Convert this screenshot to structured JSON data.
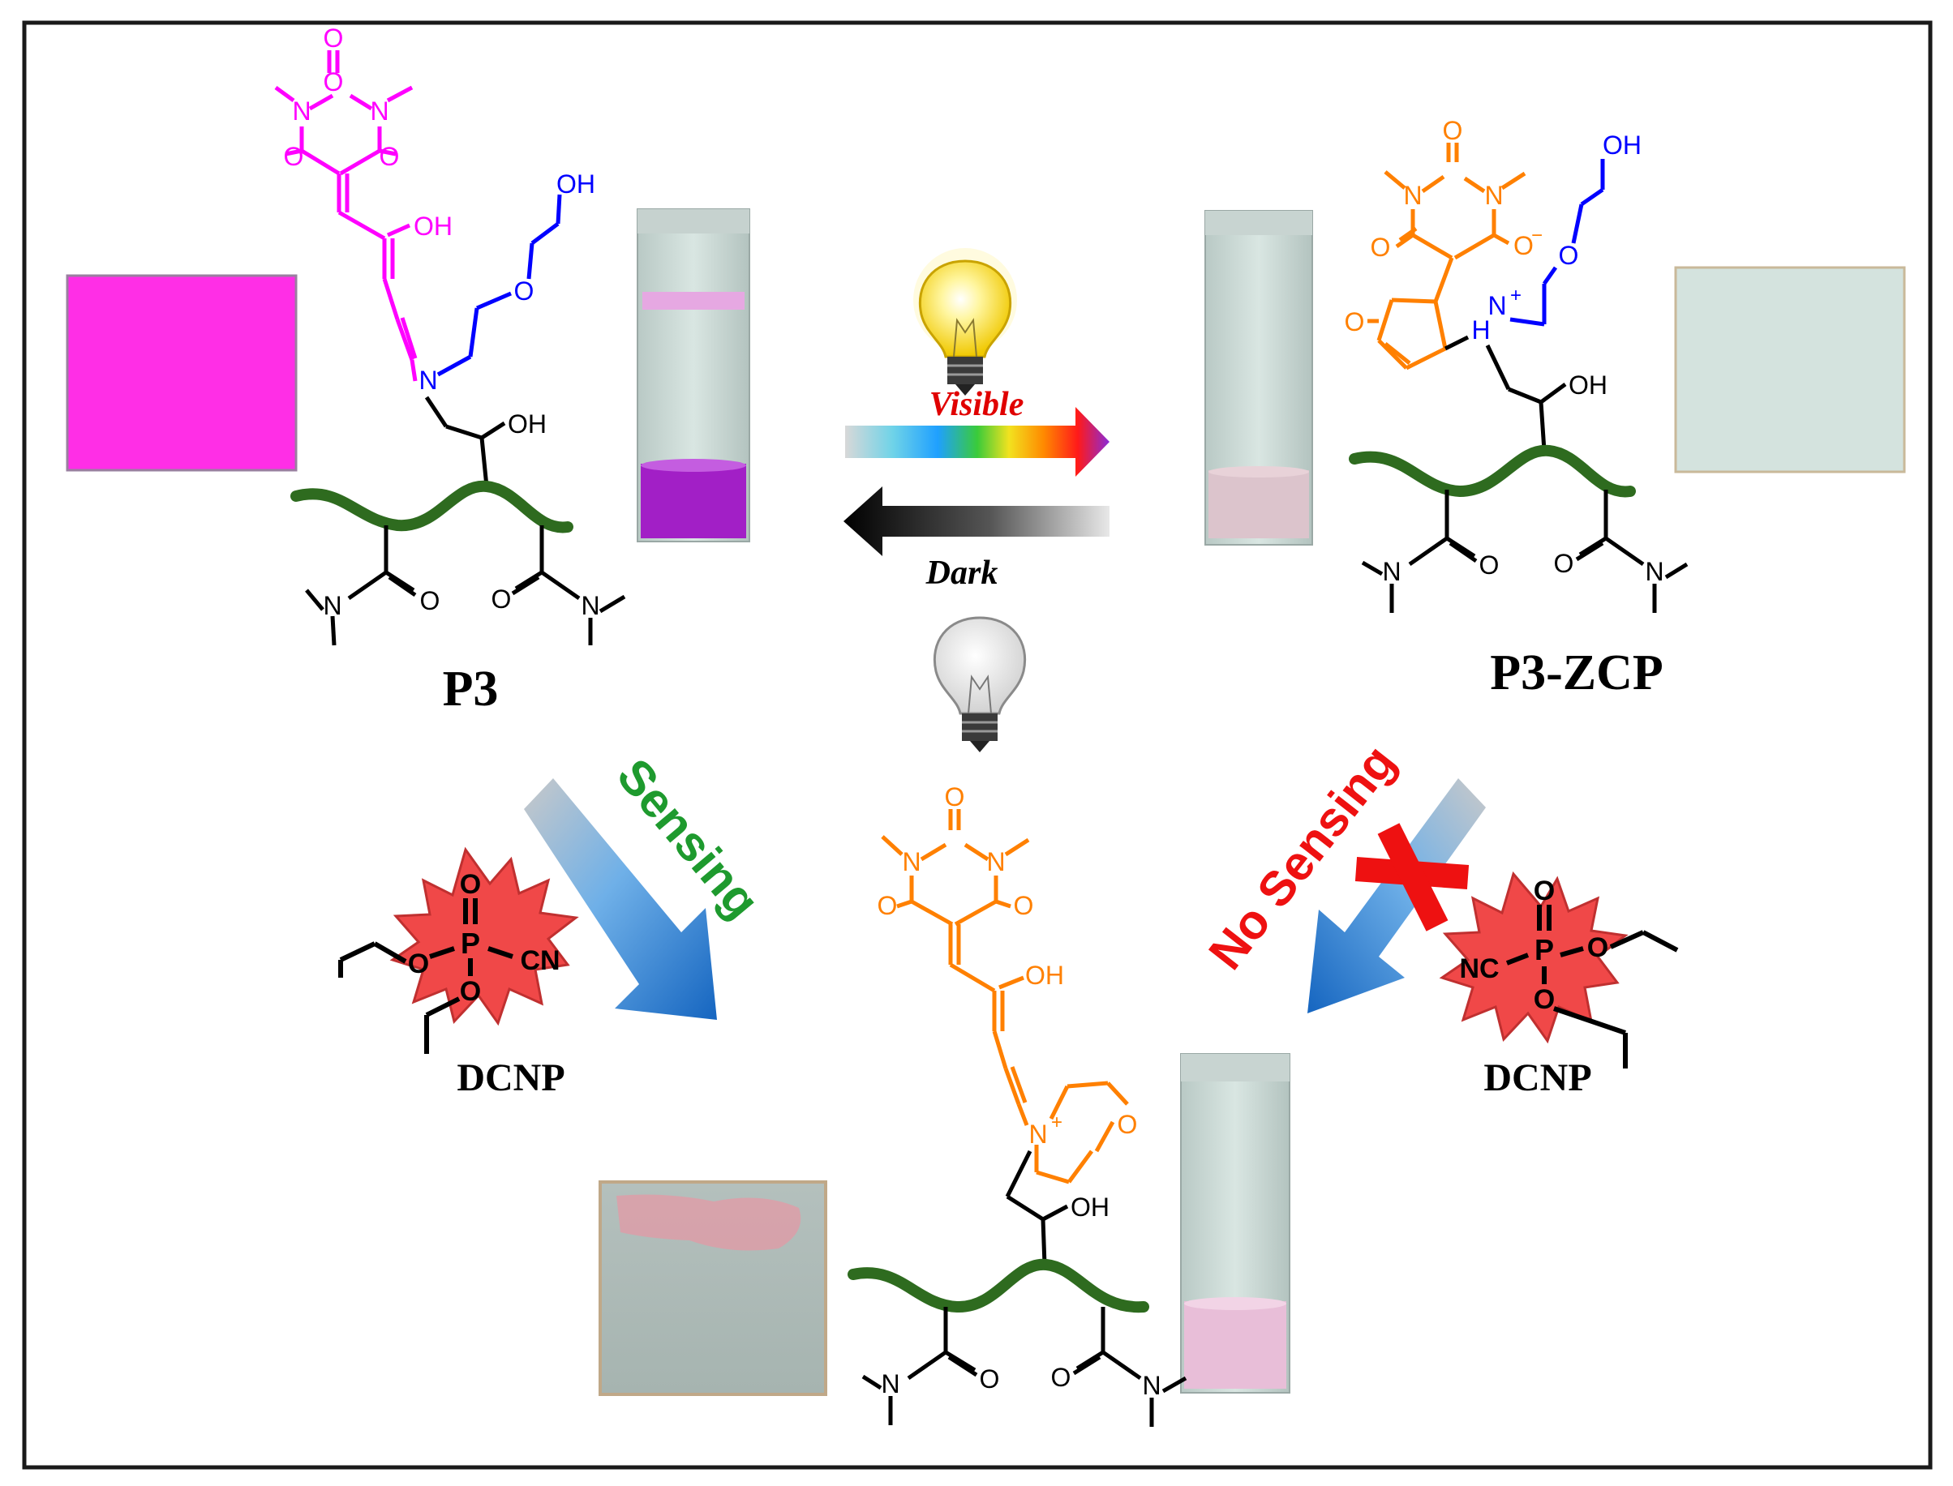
{
  "labels": {
    "p3": "P3",
    "p3_zcp": "P3-ZCP",
    "visible": "Visible",
    "dark": "Dark",
    "sensing": "Sensing",
    "no_sensing": "No Sensing",
    "dcnp_left": "DCNP",
    "dcnp_right": "DCNP"
  },
  "atoms": {
    "N": "N",
    "O": "O",
    "OH": "OH",
    "O_minus": "O",
    "minus": "−",
    "N_plus": "N",
    "plus": "+",
    "H": "H",
    "P": "P",
    "CN": "CN",
    "NC": "NC"
  },
  "colors": {
    "p3_dye": "#ff00ff",
    "zcp_dye": "#ff8000",
    "linker": "#0000ff",
    "backbone": "#2e6b1f",
    "visible_text": "#e00000",
    "sensing_text": "#1e9a2e",
    "no_sensing_text": "#ee1111",
    "cross": "#ee1111",
    "burst": "#f04848",
    "arrow_blue": "#1b6fc9",
    "film_pink": "#ff2ee6",
    "film_pale": "#d6e5e0",
    "film_grey": "#a9b7b3"
  },
  "icons": [
    "lightbulb-on-icon",
    "lightbulb-off-icon",
    "red-cross-icon",
    "burst-icon"
  ]
}
